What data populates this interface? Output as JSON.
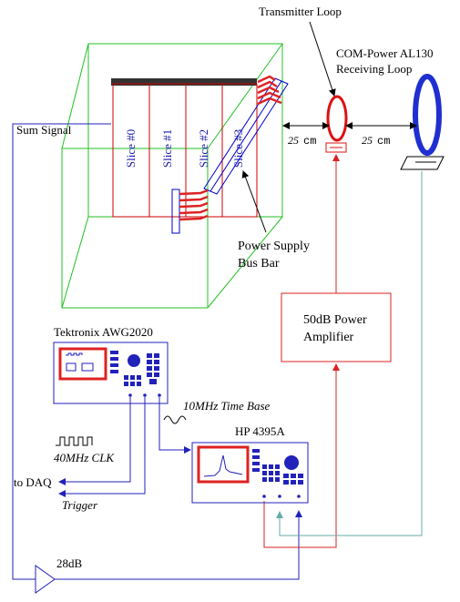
{
  "labels": {
    "transmitter_loop": "Transmitter Loop",
    "receiving_loop_line1": "COM-Power AL130",
    "receiving_loop_line2": "Receiving Loop",
    "sum_signal": "Sum Signal",
    "dist_tx": "25",
    "dist_rx": "25",
    "dist_unit": "cm",
    "slices": [
      "Slice #0",
      "Slice #1",
      "Slice #2",
      "Slice #3"
    ],
    "bus_bar_line1": "Power Supply",
    "bus_bar_line2": "Bus Bar",
    "amplifier_line1": "50dB Power",
    "amplifier_line2": "Amplifier",
    "awg": "Tektronix AWG2020",
    "time_base": "10MHz Time Base",
    "clk": "40MHz CLK",
    "to_daq": "to DAQ",
    "trigger": "Trigger",
    "analyzer": "HP 4395A",
    "preamp_gain": "28dB"
  },
  "colors": {
    "crate": "#22c022",
    "slice": "#cc0000",
    "busbar": "#0000cc",
    "signal_red": "#dd2222",
    "signal_blue": "#2222bb",
    "signal_teal": "#66aaaa",
    "loop_rx": "#1f2fd0",
    "loop_tx": "#dd1111"
  }
}
